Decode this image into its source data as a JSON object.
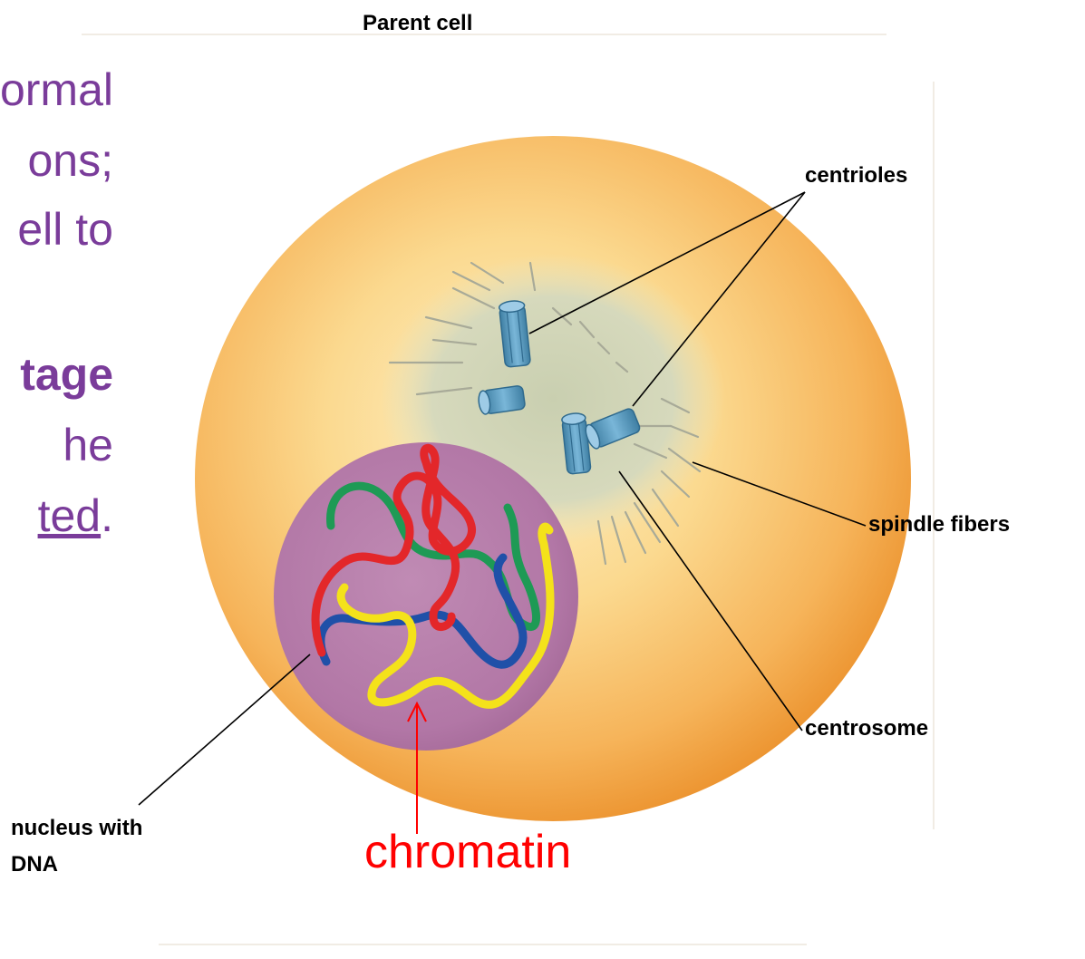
{
  "title": "Parent cell",
  "slide_text": {
    "line1": "ormal",
    "line2": "ons;",
    "line3": "ell to",
    "line4": "tage",
    "line5": "he",
    "line6_underlined": "ted",
    "line6_tail": "."
  },
  "labels": {
    "centrioles": "centrioles",
    "spindle_fibers": "spindle fibers",
    "centrosome": "centrosome",
    "nucleus_line1": "nucleus with",
    "nucleus_line2": "DNA",
    "chromatin": "chromatin"
  },
  "colors": {
    "cytoplasm": "#f3a64a",
    "centrosome_region": "#d9dcc0",
    "nucleus": "#b77aa8",
    "centriole": "#5b9bbf",
    "slide_text": "#7a3c9a",
    "chromatin_label": "#ff0000",
    "chromatin_red": "#e3272a",
    "chromatin_green": "#1e9a55",
    "chromatin_blue": "#1f50a8",
    "chromatin_yellow": "#f4e21a"
  }
}
